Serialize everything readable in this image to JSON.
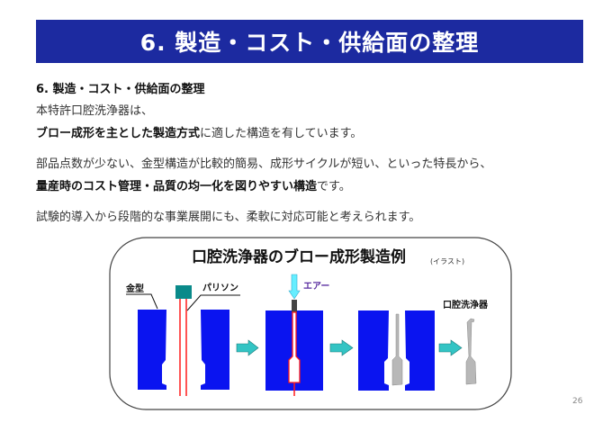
{
  "banner": {
    "title": "6. 製造・コスト・供給面の整理"
  },
  "body": {
    "heading": "6. 製造・コスト・供給面の整理",
    "line1": "本特許口腔洗浄器は、",
    "line2_bold": "ブロー成形を主とした製造方式",
    "line2_rest": "に適した構造を有しています。",
    "line3": "部品点数が少ない、金型構造が比較的簡易、成形サイクルが短い、といった特長から、",
    "line4_bold": "量産時のコスト管理・品質の均一化を図りやすい構造",
    "line4_rest": "です。",
    "line5": "試験的導入から段階的な事業展開にも、柔軟に対応可能と考えられます。"
  },
  "figure": {
    "title": "口腔洗浄器のブロー成形製造例",
    "subtitle": "(イラスト)",
    "label_mold": "金型",
    "label_parison": "パリソン",
    "label_air": "エアー",
    "label_product": "口腔洗浄器",
    "colors": {
      "mold": "#0a14f0",
      "parison": "#ff1a1a",
      "arrow": "#33c4c4",
      "air": "#66eeff",
      "air_text": "#5a2ea0",
      "product": "#b8b8b8"
    }
  },
  "page_number": "26"
}
